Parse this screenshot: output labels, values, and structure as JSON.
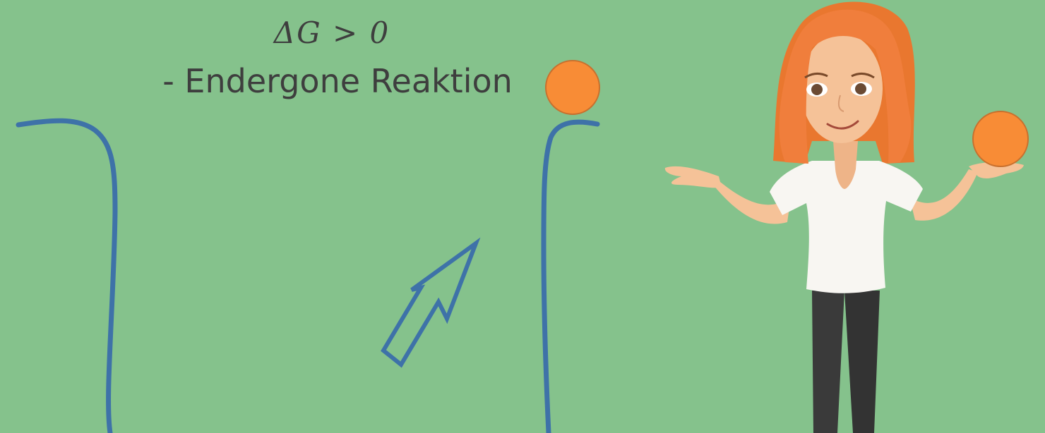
{
  "slide": {
    "formula": "ΔG > 0",
    "caption": "- Endergone Reaktion"
  },
  "colors": {
    "background": "#85c28c",
    "curve": "#3e72a8",
    "ball": "#f88c36",
    "text": "#3e3e3e",
    "hair": "#f07e3c",
    "skin": "#f5c298",
    "shirt": "#f8f6f2",
    "pants": "#3a3a3a"
  },
  "icons": {
    "arrow": "up-right-arrow-icon",
    "ball": "orange-ball-icon",
    "presenter": "cartoon-woman-presenter"
  }
}
